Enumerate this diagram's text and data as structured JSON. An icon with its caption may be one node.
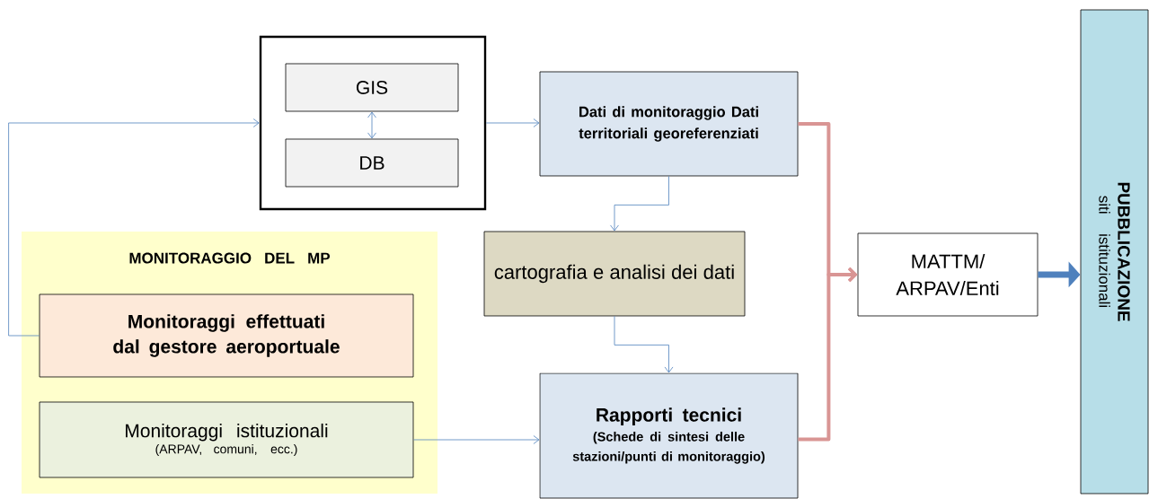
{
  "diagram": {
    "nodes": [
      {
        "text": [],
        "shape": "box"
      },
      {
        "text": [
          "GIS"
        ],
        "in": 0
      },
      {
        "text": [
          "DB"
        ],
        "in": 0
      },
      {
        "text": [
          "Dati di monitoraggio Dati territoriali georeferenziati"
        ]
      },
      {
        "text": [
          "MONITORAGGIO DEL MP"
        ]
      },
      {
        "text": [
          "Monitoraggi effettuati dal gestore aeroportuale"
        ],
        "in": 4
      },
      {
        "text": [
          "Monitoraggi istituzionali",
          "(ARPAV, comuni, ecc.)"
        ],
        "in": 4
      },
      {
        "text": [
          "cartografia e analisi dei dati"
        ]
      },
      {
        "text": [
          "Rapporti tecnici",
          "(Schede di sintesi delle stazioni/punti di monitoraggio)"
        ]
      },
      {
        "text": [
          "MATTM/ ARPAV/Enti"
        ]
      },
      {
        "text": [
          "PUBBLICAZIONE",
          "siti istituzionali"
        ]
      }
    ],
    "edges": [
      {
        "from": 5,
        "to": 0,
        "arrow": "to"
      },
      {
        "from": 1,
        "to": 2,
        "arrow": "both"
      },
      {
        "from": 0,
        "to": 3,
        "arrow": "to"
      },
      {
        "from": 3,
        "to": 7,
        "arrow": "to"
      },
      {
        "from": 7,
        "to": 8,
        "arrow": "to"
      },
      {
        "from": 6,
        "to": 8,
        "arrow": "to"
      },
      {
        "from": 3,
        "to": 9,
        "arrow": "to",
        "style": "thick",
        "color": "#d99594"
      },
      {
        "from": 8,
        "to": 9,
        "arrow": "to",
        "style": "thick",
        "color": "#d99594"
      },
      {
        "from": 9,
        "to": 10,
        "arrow": "to",
        "style": "thick"
      }
    ]
  }
}
